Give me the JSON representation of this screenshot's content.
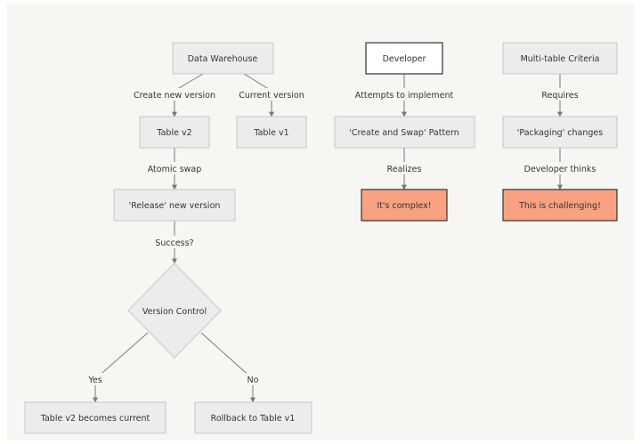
{
  "diagram": {
    "nodes": {
      "data_warehouse": "Data Warehouse",
      "table_v2": "Table v2",
      "table_v1": "Table v1",
      "release": "'Release' new version",
      "version_control": "Version Control",
      "v2_current": "Table v2 becomes current",
      "rollback": "Rollback to Table v1",
      "developer": "Developer",
      "create_swap": "'Create and Swap' Pattern",
      "complex": "It's complex!",
      "multi_table": "Multi-table Criteria",
      "packaging": "'Packaging' changes",
      "challenging": "This is challenging!"
    },
    "edges": {
      "create_new": "Create new version",
      "current": "Current version",
      "atomic": "Atomic swap",
      "success": "Success?",
      "yes": "Yes",
      "no": "No",
      "attempts": "Attempts to implement",
      "realizes": "Realizes",
      "requires": "Requires",
      "thinks": "Developer thinks"
    },
    "colors": {
      "node_fill": "#ececec",
      "highlight_fill": "#f9a281",
      "background": "#f7f6f3"
    }
  }
}
